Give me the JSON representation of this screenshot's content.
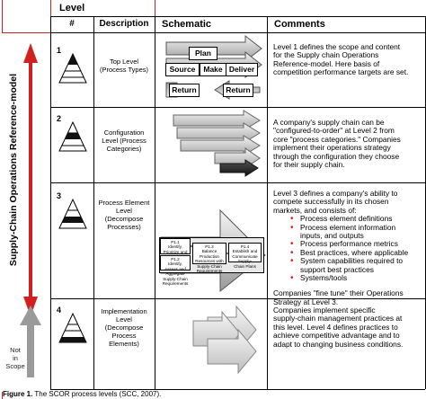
{
  "header": {
    "level": "Level",
    "num": "#",
    "description": "Description",
    "schematic": "Schematic",
    "comments": "Comments"
  },
  "vertical_label": "Supply-Chain Operations Reference-model",
  "not_in_scope": [
    "Not",
    "in",
    "Scope"
  ],
  "rows": [
    {
      "num": "1",
      "description": [
        "Top Level",
        "(Process Types)"
      ],
      "schematic": {
        "plan": "Plan",
        "source": "Source",
        "make": "Make",
        "deliver": "Deliver",
        "return_left": "Return",
        "return_right": "Return"
      },
      "comment": [
        "Level 1 defines the scope and content",
        "for the Supply chain Operations",
        "Reference-model. Here basis of",
        "competition performance targets are set."
      ]
    },
    {
      "num": "2",
      "description": [
        "Configuration",
        "Level (Process",
        "Categories)"
      ],
      "comment": [
        "A company's supply chain can be",
        "\"configured-to-order\" at Level 2 from",
        "core \"process categories.\" Companies",
        "implement their operations strategy",
        "through the configuration they choose",
        "for their supply chain."
      ]
    },
    {
      "num": "3",
      "description": [
        "Process Element",
        "Level",
        "(Decompose",
        "Processes)"
      ],
      "schematic": {
        "p11": [
          "P1.1",
          "Identify, Prioritize and",
          "Aggregate Supply-Chain",
          "Requirements"
        ],
        "p12": [
          "P1.2",
          "Identify, Assess and",
          "Aggregate Supply-Chain",
          "Requirements"
        ],
        "p13": [
          "P1.3",
          "Balance Production",
          "Resources with",
          "Supply-Chain",
          "Requirements"
        ],
        "p14": [
          "P1.4",
          "Establish and",
          "Communicate Supply-",
          "Chain Plans"
        ]
      },
      "comment_intro": [
        "Level 3 defines a company's ability to",
        "compete successfully in its chosen",
        "markets, and consists of:"
      ],
      "bullets": [
        [
          "Process element definitions"
        ],
        [
          "Process element information",
          "inputs, and outputs"
        ],
        [
          "Process performance metrics"
        ],
        [
          "Best practices, where applicable"
        ],
        [
          "System capabilities required to",
          "support best practices"
        ],
        [
          "Systems/tools"
        ]
      ],
      "comment_outro": [
        "Companies \"fine tune\" their Operations",
        "Strategy at Level 3."
      ]
    },
    {
      "num": "4",
      "description": [
        "Implementation",
        "Level",
        "(Decompose",
        "Process",
        "Elements)"
      ],
      "comment": [
        "Companies implement specific",
        "supply-chain management practices at",
        "this level. Level 4 defines practices to",
        "achieve competitive advantage and to",
        "adapt to changing business conditions."
      ]
    }
  ],
  "caption_label": "Figure 1.",
  "caption_text": " The SCOR process levels (SCC, 2007).",
  "colors": {
    "red": "#d21f1f",
    "arrow_gray": "#bdbdbd",
    "dark": "#222222"
  }
}
